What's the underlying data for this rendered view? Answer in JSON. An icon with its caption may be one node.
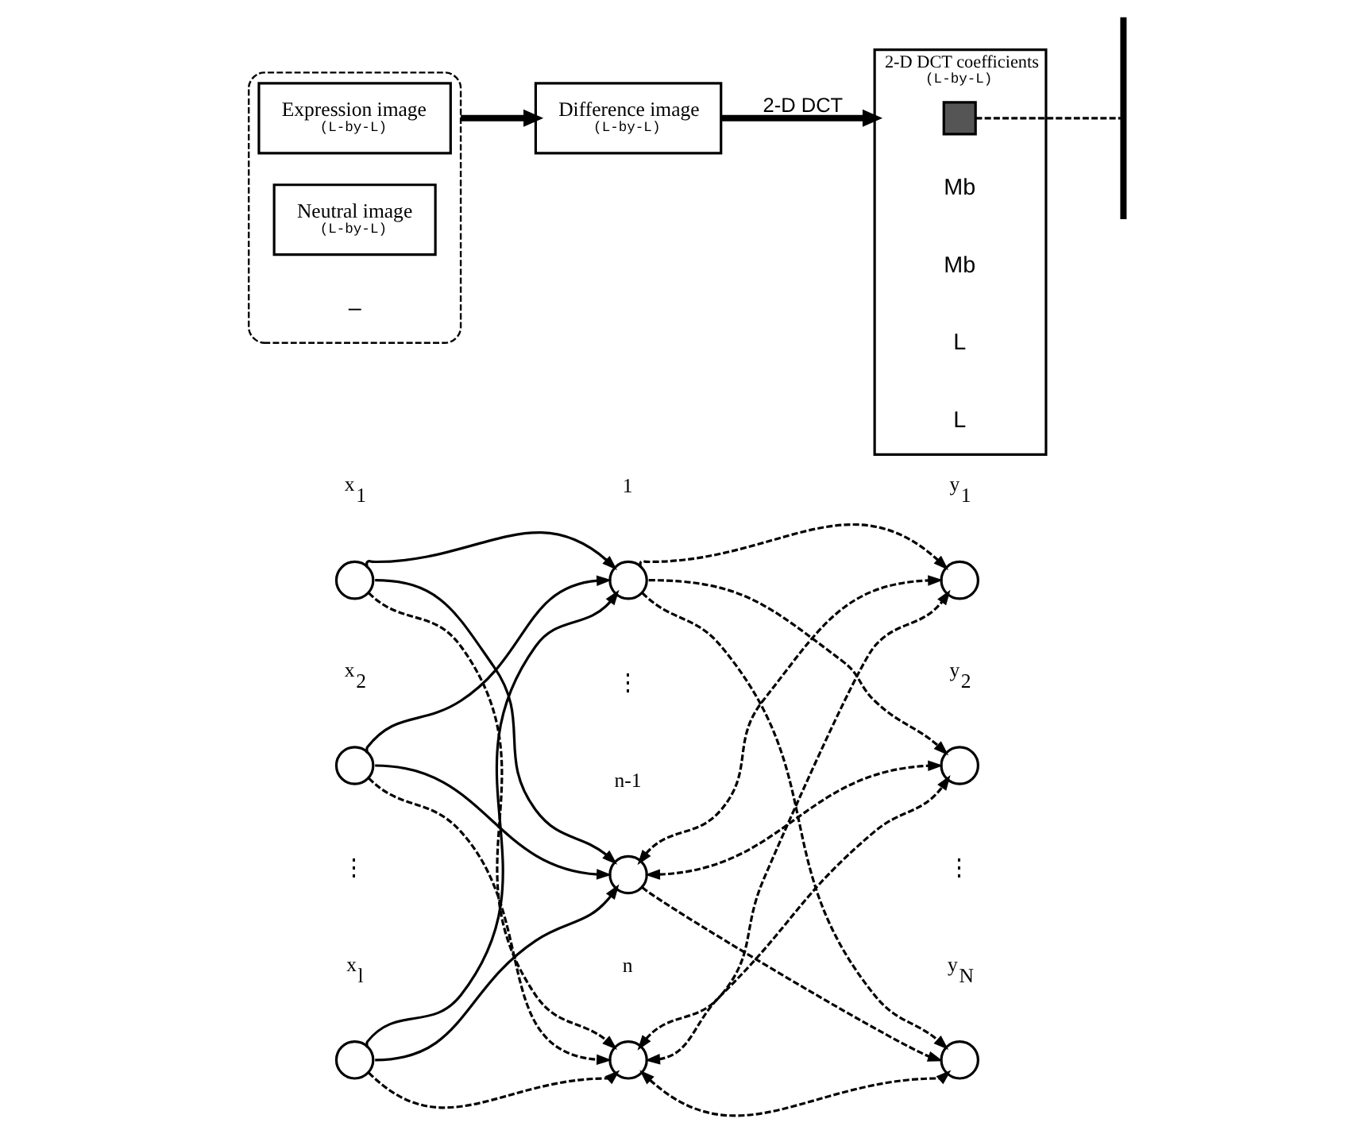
{
  "diagram": {
    "nodes": [
      {
        "text": [
          "Difference image",
          "(L-by-L)"
        ]
      },
      {
        "text": [],
        "shape": "box"
      },
      {
        "text": [
          "Expression image",
          "(L-by-L)"
        ],
        "in": 1
      },
      {
        "text": [
          "Neutral image",
          "(L-by-L)"
        ],
        "in": 1
      },
      {
        "text": [
          "2-D DCT coefficients",
          "(L-by-L)"
        ]
      },
      {
        "text": [],
        "shape": "box",
        "in": 4
      },
      {
        "text": [],
        "shape": "brace"
      },
      {
        "text": [],
        "shape": "circle",
        "beside": [
          "x$_{1}$"
        ]
      },
      {
        "text": [],
        "shape": "circle",
        "beside": [
          "x$_{2}$"
        ]
      },
      {
        "text": [],
        "shape": "circle",
        "beside": [
          "x$_{l}$"
        ]
      },
      {
        "text": [],
        "shape": "circle",
        "beside": [
          "1"
        ]
      },
      {
        "text": [],
        "shape": "circle",
        "beside": [
          "n-1"
        ]
      },
      {
        "text": [],
        "shape": "circle",
        "beside": [
          "n"
        ]
      },
      {
        "text": [],
        "shape": "circle",
        "beside": [
          "y$_{1}$"
        ]
      },
      {
        "text": [],
        "shape": "circle",
        "beside": [
          "y$_{2}$"
        ]
      },
      {
        "text": [],
        "shape": "circle",
        "beside": [
          "y$_{N}$"
        ]
      }
    ],
    "edges": [
      {
        "from": 1,
        "to": 0,
        "arrow": "to",
        "style": "thick"
      },
      {
        "from": 0,
        "to": 4,
        "arrow": "to",
        "style": "thick",
        "label": "2-D DCT"
      },
      {
        "from": 5,
        "to": 6,
        "arrow": "none",
        "style": "dashed"
      },
      {
        "from": 7,
        "to": 10,
        "arrow": "to"
      },
      {
        "from": 7,
        "to": 11,
        "arrow": "to"
      },
      {
        "from": 7,
        "to": 12,
        "arrow": "to",
        "style": "dashed"
      },
      {
        "from": 8,
        "to": 10,
        "arrow": "to"
      },
      {
        "from": 8,
        "to": 11,
        "arrow": "to"
      },
      {
        "from": 8,
        "to": 12,
        "arrow": "to",
        "style": "dashed"
      },
      {
        "from": 9,
        "to": 10,
        "arrow": "to"
      },
      {
        "from": 9,
        "to": 11,
        "arrow": "to"
      },
      {
        "from": 9,
        "to": 12,
        "arrow": "to",
        "style": "dashed"
      },
      {
        "from": 10,
        "to": 13,
        "arrow": "to",
        "style": "dashed"
      },
      {
        "from": 10,
        "to": 14,
        "arrow": "to",
        "style": "dashed"
      },
      {
        "from": 10,
        "to": 15,
        "arrow": "to",
        "style": "dashed"
      },
      {
        "from": 11,
        "to": 13,
        "arrow": "both",
        "style": "dashed"
      },
      {
        "from": 11,
        "to": 14,
        "arrow": "both",
        "style": "dashed"
      },
      {
        "from": 11,
        "to": 15,
        "arrow": "to",
        "style": "dashed"
      },
      {
        "from": 12,
        "to": 13,
        "arrow": "both",
        "style": "dashed"
      },
      {
        "from": 12,
        "to": 14,
        "arrow": "both",
        "style": "dashed"
      },
      {
        "from": 12,
        "to": 15,
        "arrow": "both",
        "style": "dashed"
      }
    ],
    "labels": [
      "–",
      "Mb",
      "Mb",
      "L",
      "L",
      "⋮",
      "⋮",
      "⋮"
    ]
  }
}
